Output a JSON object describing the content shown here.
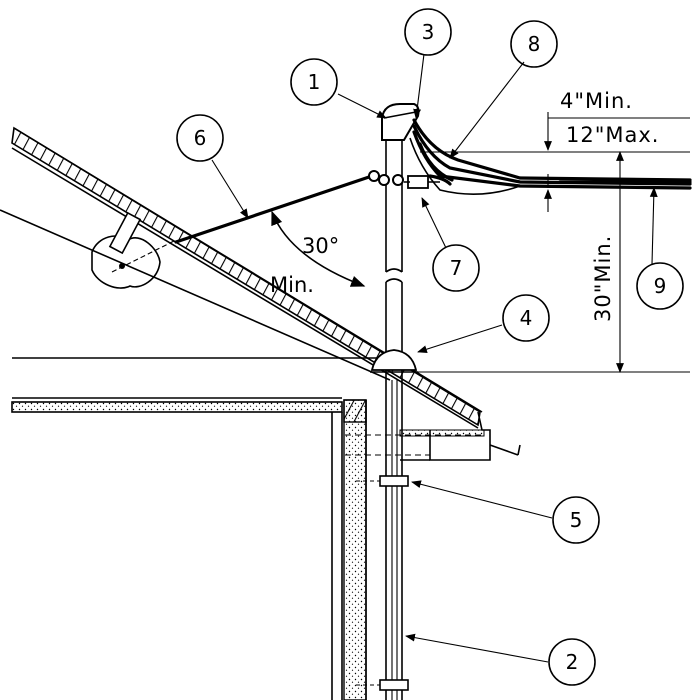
{
  "callouts": [
    {
      "id": "1",
      "label": "1"
    },
    {
      "id": "2",
      "label": "2"
    },
    {
      "id": "3",
      "label": "3"
    },
    {
      "id": "4",
      "label": "4"
    },
    {
      "id": "5",
      "label": "5"
    },
    {
      "id": "6",
      "label": "6"
    },
    {
      "id": "7",
      "label": "7"
    },
    {
      "id": "8",
      "label": "8"
    },
    {
      "id": "9",
      "label": "9"
    }
  ],
  "dimensions": {
    "min4": "4\"Min.",
    "max12": "12\"Max.",
    "min30": "30\"Min.",
    "angle": "30°",
    "angle_min": "Min."
  }
}
